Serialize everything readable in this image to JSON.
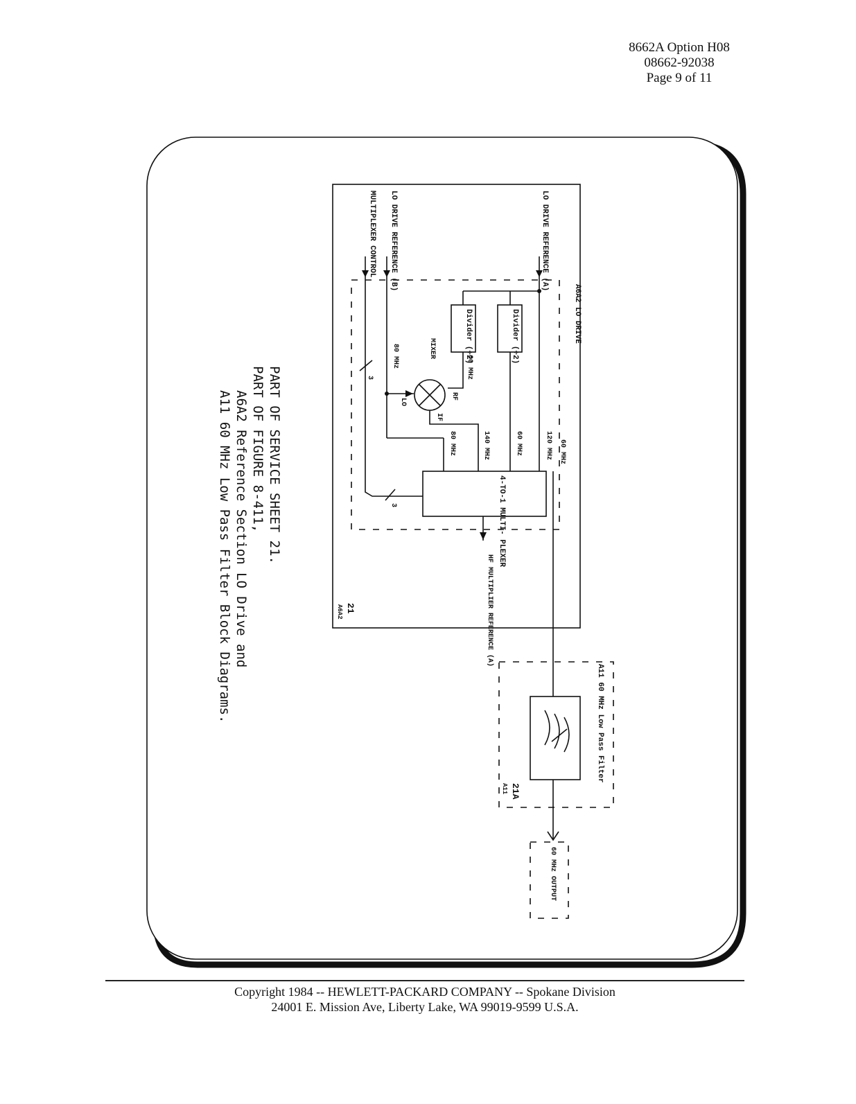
{
  "header": {
    "line1": "8662A Option H08",
    "line2": "08662-92038",
    "line3": "Page 9 of  11"
  },
  "diagram": {
    "signals": {
      "lo_ref_a": "LO DRIVE REFERENCE (A)",
      "lo_ref_b": "LO DRIVE REFERENCE (B)",
      "mux_control": "MULTIPLEXER CONTROL",
      "hf_mult_ref": "HF MULTIPLIER REFERENCE (A)",
      "output": "60 MHz OUTPUT"
    },
    "a6a2": {
      "title": "A6A2 LO DRIVE",
      "sheet": "21",
      "ref": "A6A2",
      "divider_top": "Divider (÷2)",
      "divider_bottom": "Divider (÷2)",
      "mixer": "MIXER",
      "mixer_rf": "RF",
      "mixer_lo": "LO",
      "mixer_if": "IF",
      "mux": "4-TO-1 MULTI- PLEXER",
      "freq_60_mixer": "60 MHz",
      "freq_80_lo": "80 MHz",
      "freq_120": "120 MHz",
      "freq_60": "60 MHz",
      "freq_140": "140 MHz",
      "freq_80": "80 MHz",
      "freq_60_out": "60 MHz",
      "bus_width_1": "3",
      "bus_width_2": "3"
    },
    "a11": {
      "title": "A11 60 MHz Low Pass Filter",
      "sheet": "21A",
      "ref": "A11"
    },
    "caption": {
      "line1": "PART OF SERVICE SHEET 21.",
      "line2": "PART OF FIGURE 8-411,",
      "line3": "A6A2 Reference Section LO Drive and",
      "line4": "A11 60 MHz Low Pass Filter Block Diagrams."
    }
  },
  "footer": {
    "line1": "Copyright 1984 -- HEWLETT-PACKARD COMPANY -- Spokane Division",
    "line2": "24001 E. Mission Ave, Liberty Lake, WA  99019-9599  U.S.A."
  }
}
